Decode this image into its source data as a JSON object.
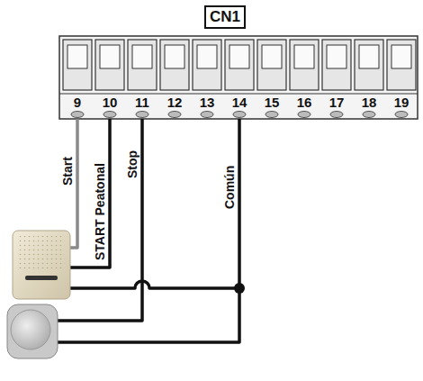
{
  "diagram": {
    "nodes": [
      {
        "text": [
          "CN1"
        ]
      }
    ],
    "labels": [
      "9",
      "10",
      "11",
      "12",
      "13",
      "14",
      "15",
      "16",
      "17",
      "18",
      "19",
      "Start",
      "START Peatonal",
      "Stop",
      "Común"
    ]
  }
}
